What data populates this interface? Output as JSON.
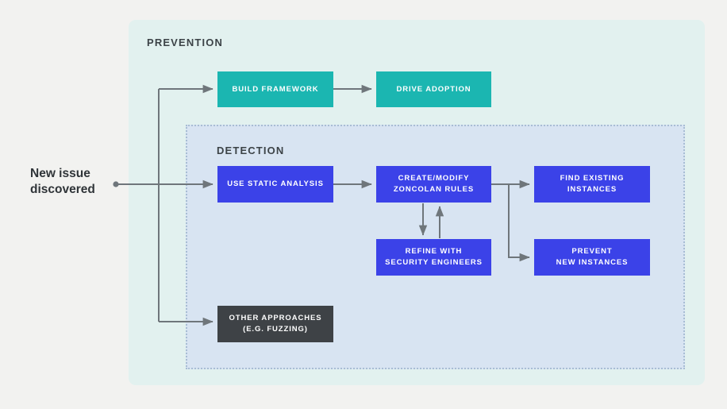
{
  "diagram": {
    "title_hidden": "",
    "background_color": "#f2f2f0",
    "entry": {
      "label": "New issue\ndiscovered",
      "dot_color": "#6f767b"
    },
    "panels": [
      {
        "id": "prevention",
        "title": "PREVENTION",
        "fill": "#e2f1ef",
        "border": "none"
      },
      {
        "id": "detection",
        "title": "DETECTION",
        "fill": "#d8e4f2",
        "border": "#a8bdd4 dotted"
      }
    ],
    "colors": {
      "teal": "#1bb6b1",
      "blue": "#3b42e8",
      "dark": "#3e4246",
      "arrow": "#6f767b",
      "text_dark": "#3c4347",
      "text_on_box": "#ffffff"
    },
    "nodes": [
      {
        "id": "build-framework",
        "label": "BUILD FRAMEWORK",
        "style": "teal"
      },
      {
        "id": "drive-adoption",
        "label": "DRIVE ADOPTION",
        "style": "teal"
      },
      {
        "id": "use-static",
        "label": "USE STATIC ANALYSIS",
        "style": "blue"
      },
      {
        "id": "create-modify",
        "label": "CREATE/MODIFY\nZONCOLAN RULES",
        "style": "blue"
      },
      {
        "id": "find-existing",
        "label": "FIND EXISTING\nINSTANCES",
        "style": "blue"
      },
      {
        "id": "refine-with",
        "label": "REFINE WITH\nSECURITY ENGINEERS",
        "style": "blue"
      },
      {
        "id": "prevent-new",
        "label": "PREVENT\nNEW INSTANCES",
        "style": "blue"
      },
      {
        "id": "other-approaches",
        "label": "OTHER APPROACHES\n(E.G. FUZZING)",
        "style": "dark"
      }
    ],
    "edges": [
      {
        "from": "entry",
        "to": "build-framework",
        "kind": "elbow-up"
      },
      {
        "from": "entry",
        "to": "use-static",
        "kind": "straight"
      },
      {
        "from": "entry",
        "to": "other-approaches",
        "kind": "elbow-down"
      },
      {
        "from": "build-framework",
        "to": "drive-adoption",
        "kind": "straight"
      },
      {
        "from": "use-static",
        "to": "create-modify",
        "kind": "straight"
      },
      {
        "from": "create-modify",
        "to": "refine-with",
        "kind": "vertical-down"
      },
      {
        "from": "refine-with",
        "to": "create-modify",
        "kind": "vertical-up"
      },
      {
        "from": "create-modify",
        "to": "find-existing",
        "kind": "straight"
      },
      {
        "from": "create-modify",
        "to": "prevent-new",
        "kind": "elbow-down"
      }
    ]
  }
}
